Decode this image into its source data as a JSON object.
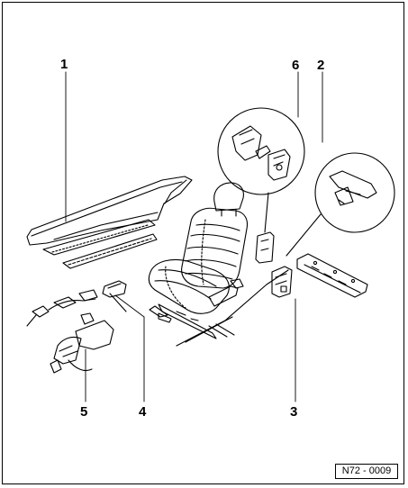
{
  "callouts": {
    "c1": "1",
    "c2": "2",
    "c3": "3",
    "c4": "4",
    "c5": "5",
    "c6": "6"
  },
  "reference_code": "N72 - 0009",
  "colors": {
    "line": "#000000",
    "background": "#ffffff"
  }
}
